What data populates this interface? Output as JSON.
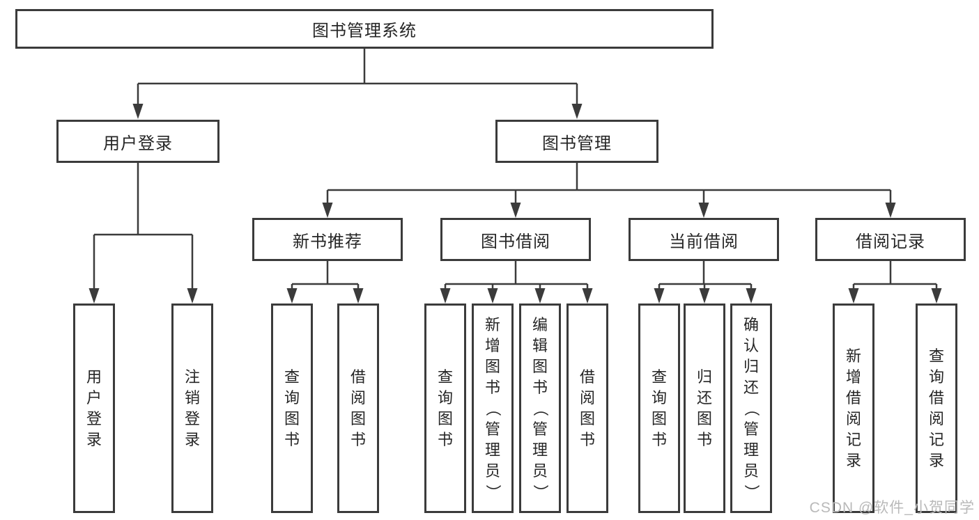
{
  "diagram": {
    "title": "图书管理系统",
    "branches": [
      {
        "label": "用户登录",
        "children": [
          {
            "label": "用户登录"
          },
          {
            "label": "注销登录"
          }
        ]
      },
      {
        "label": "图书管理",
        "children": [
          {
            "label": "新书推荐",
            "children": [
              {
                "label": "查询图书"
              },
              {
                "label": "借阅图书"
              }
            ]
          },
          {
            "label": "图书借阅",
            "children": [
              {
                "label": "查询图书"
              },
              {
                "label": "新增图书（管理员）"
              },
              {
                "label": "编辑图书（管理员）"
              },
              {
                "label": "借阅图书"
              }
            ]
          },
          {
            "label": "当前借阅",
            "children": [
              {
                "label": "查询图书"
              },
              {
                "label": "归还图书"
              },
              {
                "label": "确认归还（管理员）"
              }
            ]
          },
          {
            "label": "借阅记录",
            "children": [
              {
                "label": "新增借阅记录"
              },
              {
                "label": "查询借阅记录"
              }
            ]
          }
        ]
      }
    ]
  },
  "watermark": "CSDN @软件_小贺同学",
  "colors": {
    "line": "#3b3b3b",
    "text": "#262626",
    "box_fill": "#ffffff",
    "watermark": "#b9b9b9",
    "background": "#ffffff"
  }
}
